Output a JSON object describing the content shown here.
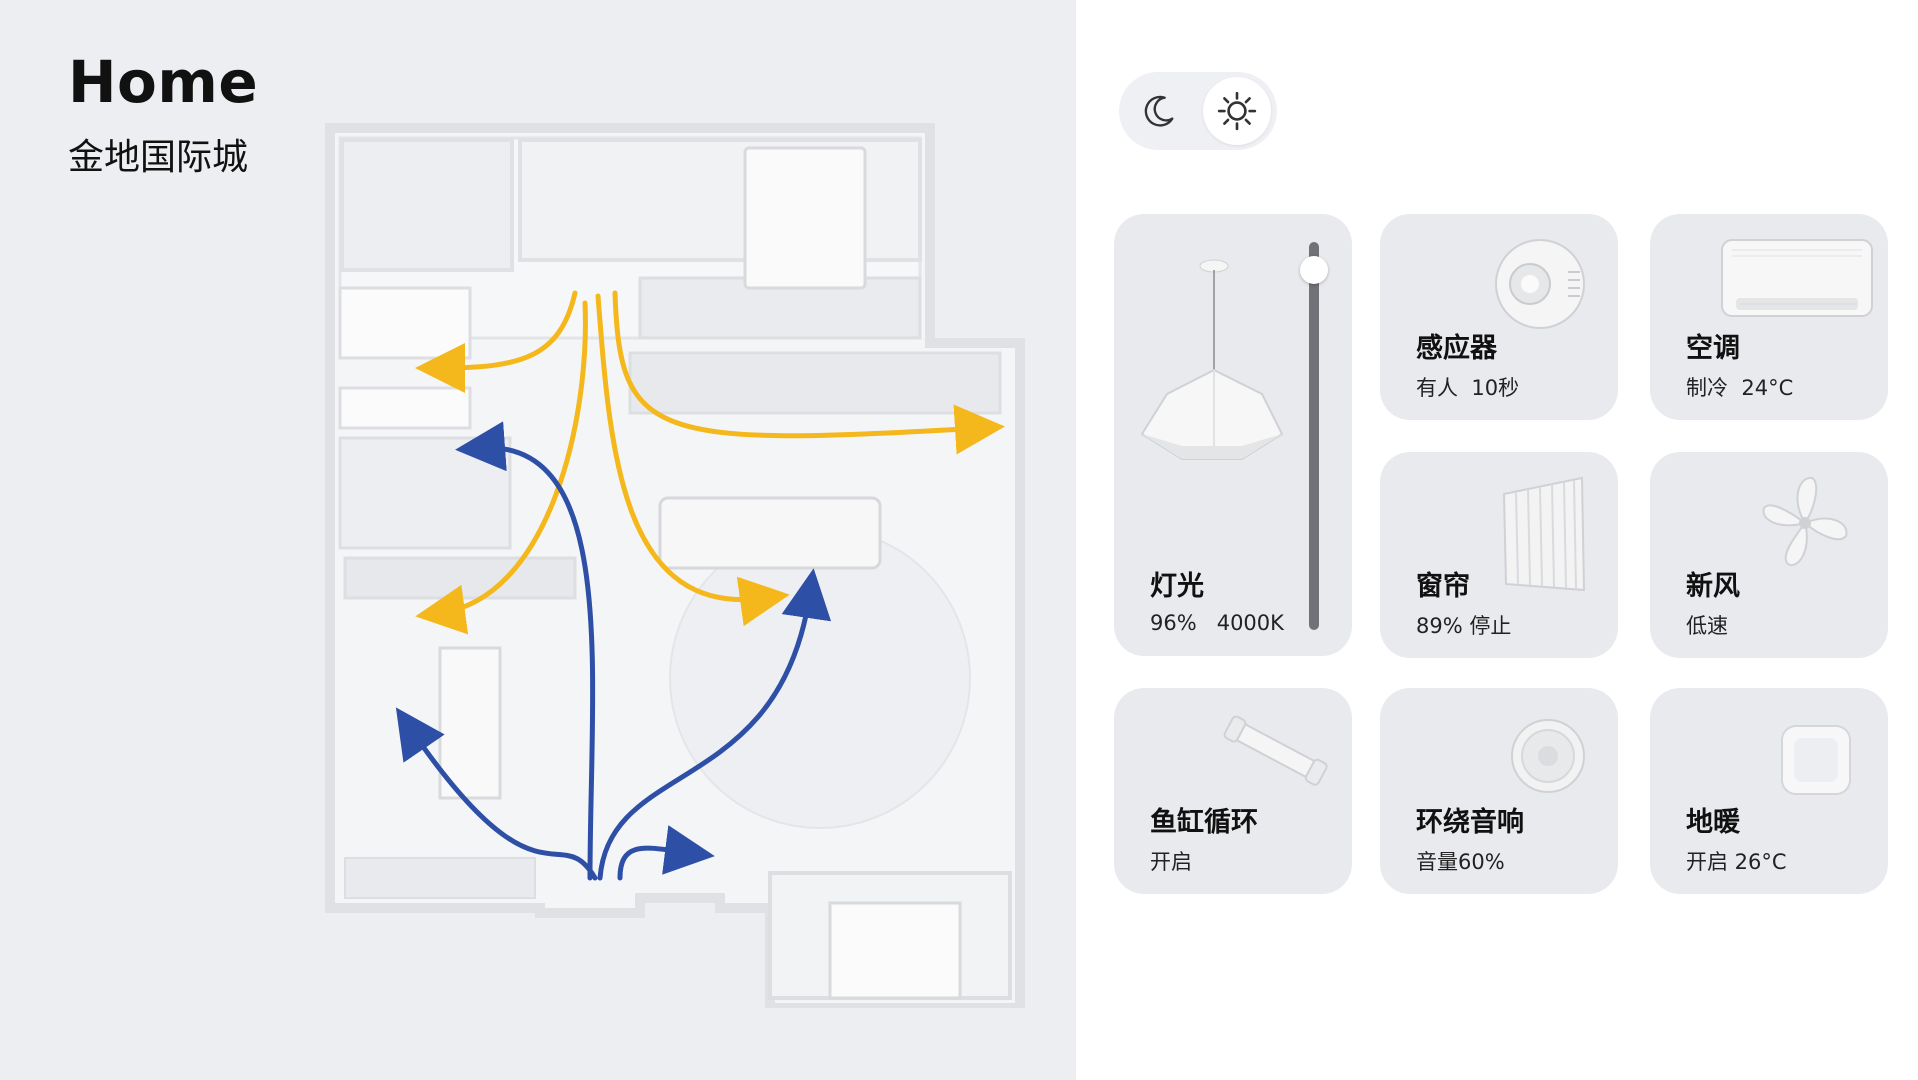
{
  "header": {
    "title": "Home",
    "subtitle": "金地国际城"
  },
  "mode_toggle": {
    "options": [
      "night-mode",
      "day-mode"
    ],
    "selected": "day-mode"
  },
  "devices": {
    "light": {
      "title": "灯光",
      "status": "96%   4000K",
      "brightness_percent": 96
    },
    "sensor": {
      "title": "感应器",
      "status": "有人  10秒"
    },
    "ac": {
      "title": "空调",
      "status": "制冷  24°C"
    },
    "curtain": {
      "title": "窗帘",
      "status": "89% 停止"
    },
    "fresh_air": {
      "title": "新风",
      "status": "低速"
    },
    "fish_tank": {
      "title": "鱼缸循环",
      "status": "开启"
    },
    "speaker": {
      "title": "环绕音响",
      "status": "音量60%"
    },
    "floor_heat": {
      "title": "地暖",
      "status": "开启 26°C"
    }
  },
  "colors": {
    "warm_airflow": "#f4b81c",
    "cool_airflow": "#2e4fa6",
    "card_bg": "#e8eaee",
    "left_bg": "#eceef1"
  }
}
